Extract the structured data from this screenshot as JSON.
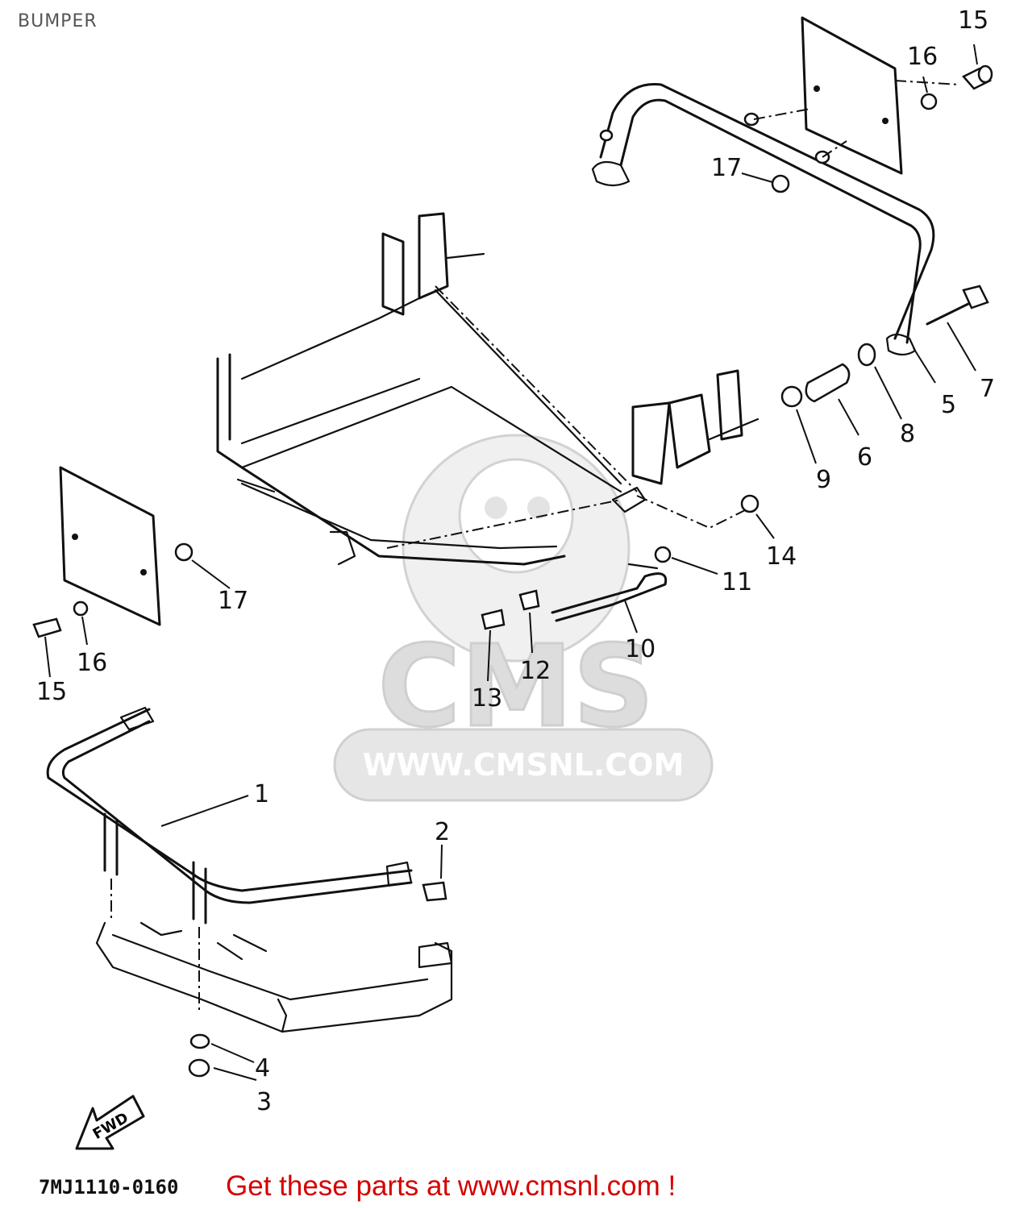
{
  "page": {
    "title": "BUMPER",
    "diagram_code": "7MJ1110-0160",
    "promo_text": "Get these parts at www.cmsnl.com !",
    "watermark_brand": "CMS",
    "watermark_url": "WWW.CMSNL.COM",
    "direction_label": "FWD"
  },
  "callouts": [
    "1",
    "2",
    "3",
    "4",
    "5",
    "6",
    "7",
    "8",
    "9",
    "10",
    "11",
    "12",
    "13",
    "14",
    "15",
    "16",
    "17"
  ],
  "colors": {
    "promo_text": "#d40000",
    "line_art": "#111111",
    "watermark": "#e3e3e3"
  }
}
